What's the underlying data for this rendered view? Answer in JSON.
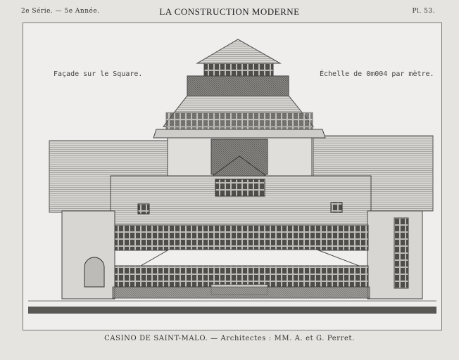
{
  "header": {
    "series": "2e Série. — 5e Année.",
    "journal": "LA CONSTRUCTION MODERNE",
    "plate": "Pl. 53."
  },
  "drawing": {
    "view_label": "Façade sur le Square.",
    "scale_label": "Échelle de 0m004 par mètre."
  },
  "caption": "CASINO DE SAINT-MALO. — Architectes : MM. A. et G. Perret."
}
